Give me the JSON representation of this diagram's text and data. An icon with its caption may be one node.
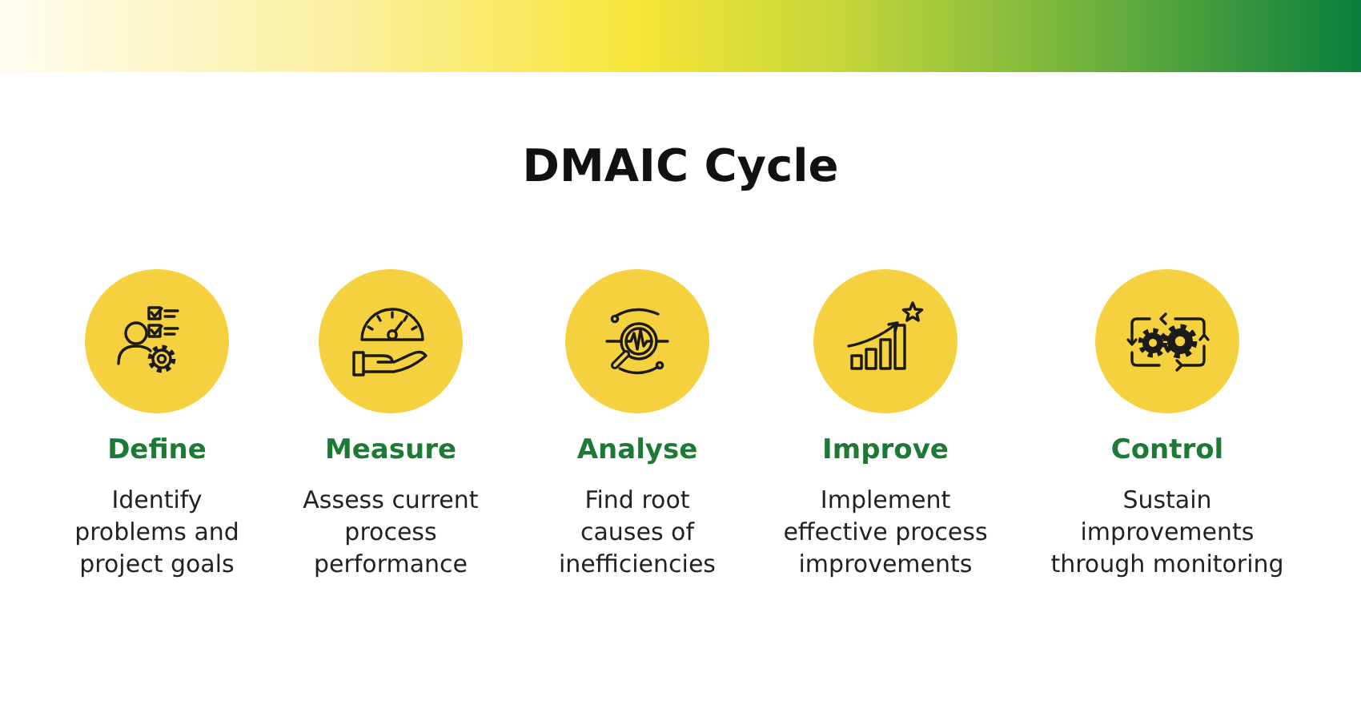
{
  "diagram": {
    "title": "DMAIC Cycle",
    "nodes": [
      {
        "text": [
          "Define",
          "Identify problems and project goals"
        ]
      },
      {
        "text": [
          "Measure",
          "Assess current process performance"
        ]
      },
      {
        "text": [
          "Analyse",
          "Find root causes of inefficiencies"
        ]
      },
      {
        "text": [
          "Improve",
          "Implement effective process improvements"
        ]
      },
      {
        "text": [
          "Control",
          "Sustain improvements through monitoring"
        ]
      }
    ]
  }
}
